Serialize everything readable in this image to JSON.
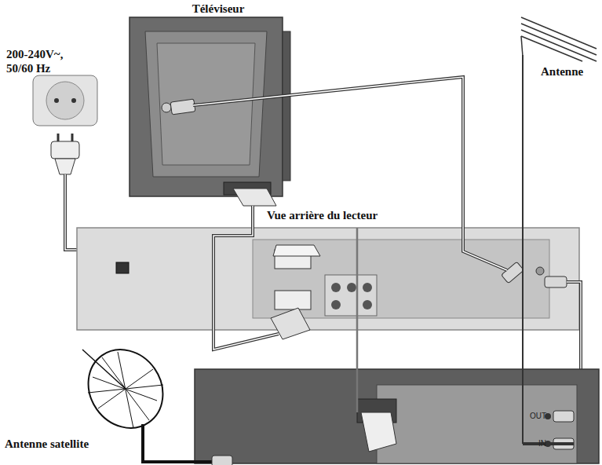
{
  "diagram": {
    "labels": [
      "Téléviseur",
      "200-240V~, 50/60 Hz",
      "Antenne",
      "Vue arrière du lecteur",
      "Antenne satellite",
      "OUT",
      "IN"
    ]
  }
}
